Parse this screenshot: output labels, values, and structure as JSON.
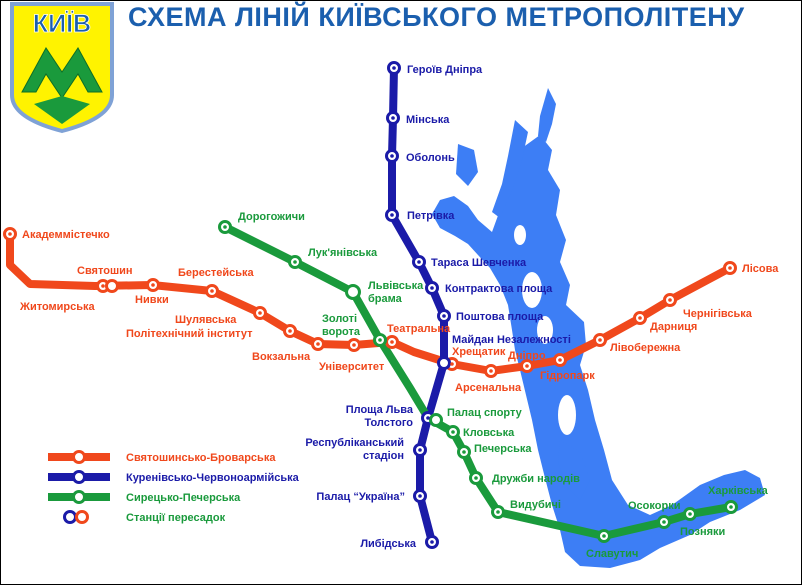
{
  "header": {
    "title": "СХЕМА ЛІНІЙ КИЇВСЬКОГО МЕТРОПОЛІТЕНУ",
    "logo_text": "КИЇВ"
  },
  "colors": {
    "red_line": "#f0481c",
    "blue_line": "#1b1ba8",
    "green_line": "#1a9a3c",
    "river": "#3d7ef5",
    "logo_bg": "#fff300",
    "logo_border": "#7fa2d6",
    "title": "#1b5fae"
  },
  "lines": [
    {
      "id": "red",
      "name": "Святошинсько-Броварська",
      "stations": [
        "Академмістечко",
        "Житомирська",
        "Святошин",
        "Нивки",
        "Берестейська",
        "Шулявська",
        "Політехнічний інститут",
        "Вокзальна",
        "Університет",
        "Театральна",
        "Хрещатик",
        "Арсенальна",
        "Дніпро",
        "Гідропарк",
        "Лівобережна",
        "Дарниця",
        "Чернігівська",
        "Лісова"
      ]
    },
    {
      "id": "blue",
      "name": "Куренівсько-Червоноармійська",
      "stations": [
        "Героїв Дніпра",
        "Мінська",
        "Оболонь",
        "Петрівка",
        "Тараса Шевченка",
        "Контрактова площа",
        "Поштова площа",
        "Майдан Незалежності",
        "Площа Льва Толстого",
        "Республіканський стадіон",
        "Палац “Україна”",
        "Либідська"
      ]
    },
    {
      "id": "green",
      "name": "Сирецько-Печерська",
      "stations": [
        "Дорогожичи",
        "Лук'янівська",
        "Львівська брама",
        "Золоті ворота",
        "Палац спорту",
        "Кловська",
        "Печерська",
        "Дружби народів",
        "Видубичі",
        "Славутич",
        "Осокорки",
        "Позняки",
        "Харківська"
      ]
    }
  ],
  "legend": [
    {
      "line": "red",
      "label": "Святошинсько-Броварська"
    },
    {
      "line": "blue",
      "label": "Куренівсько-Червоноармійська"
    },
    {
      "line": "green",
      "label": "Сирецько-Печерська"
    },
    {
      "line": "transfer",
      "label": "Станції пересадок"
    }
  ]
}
